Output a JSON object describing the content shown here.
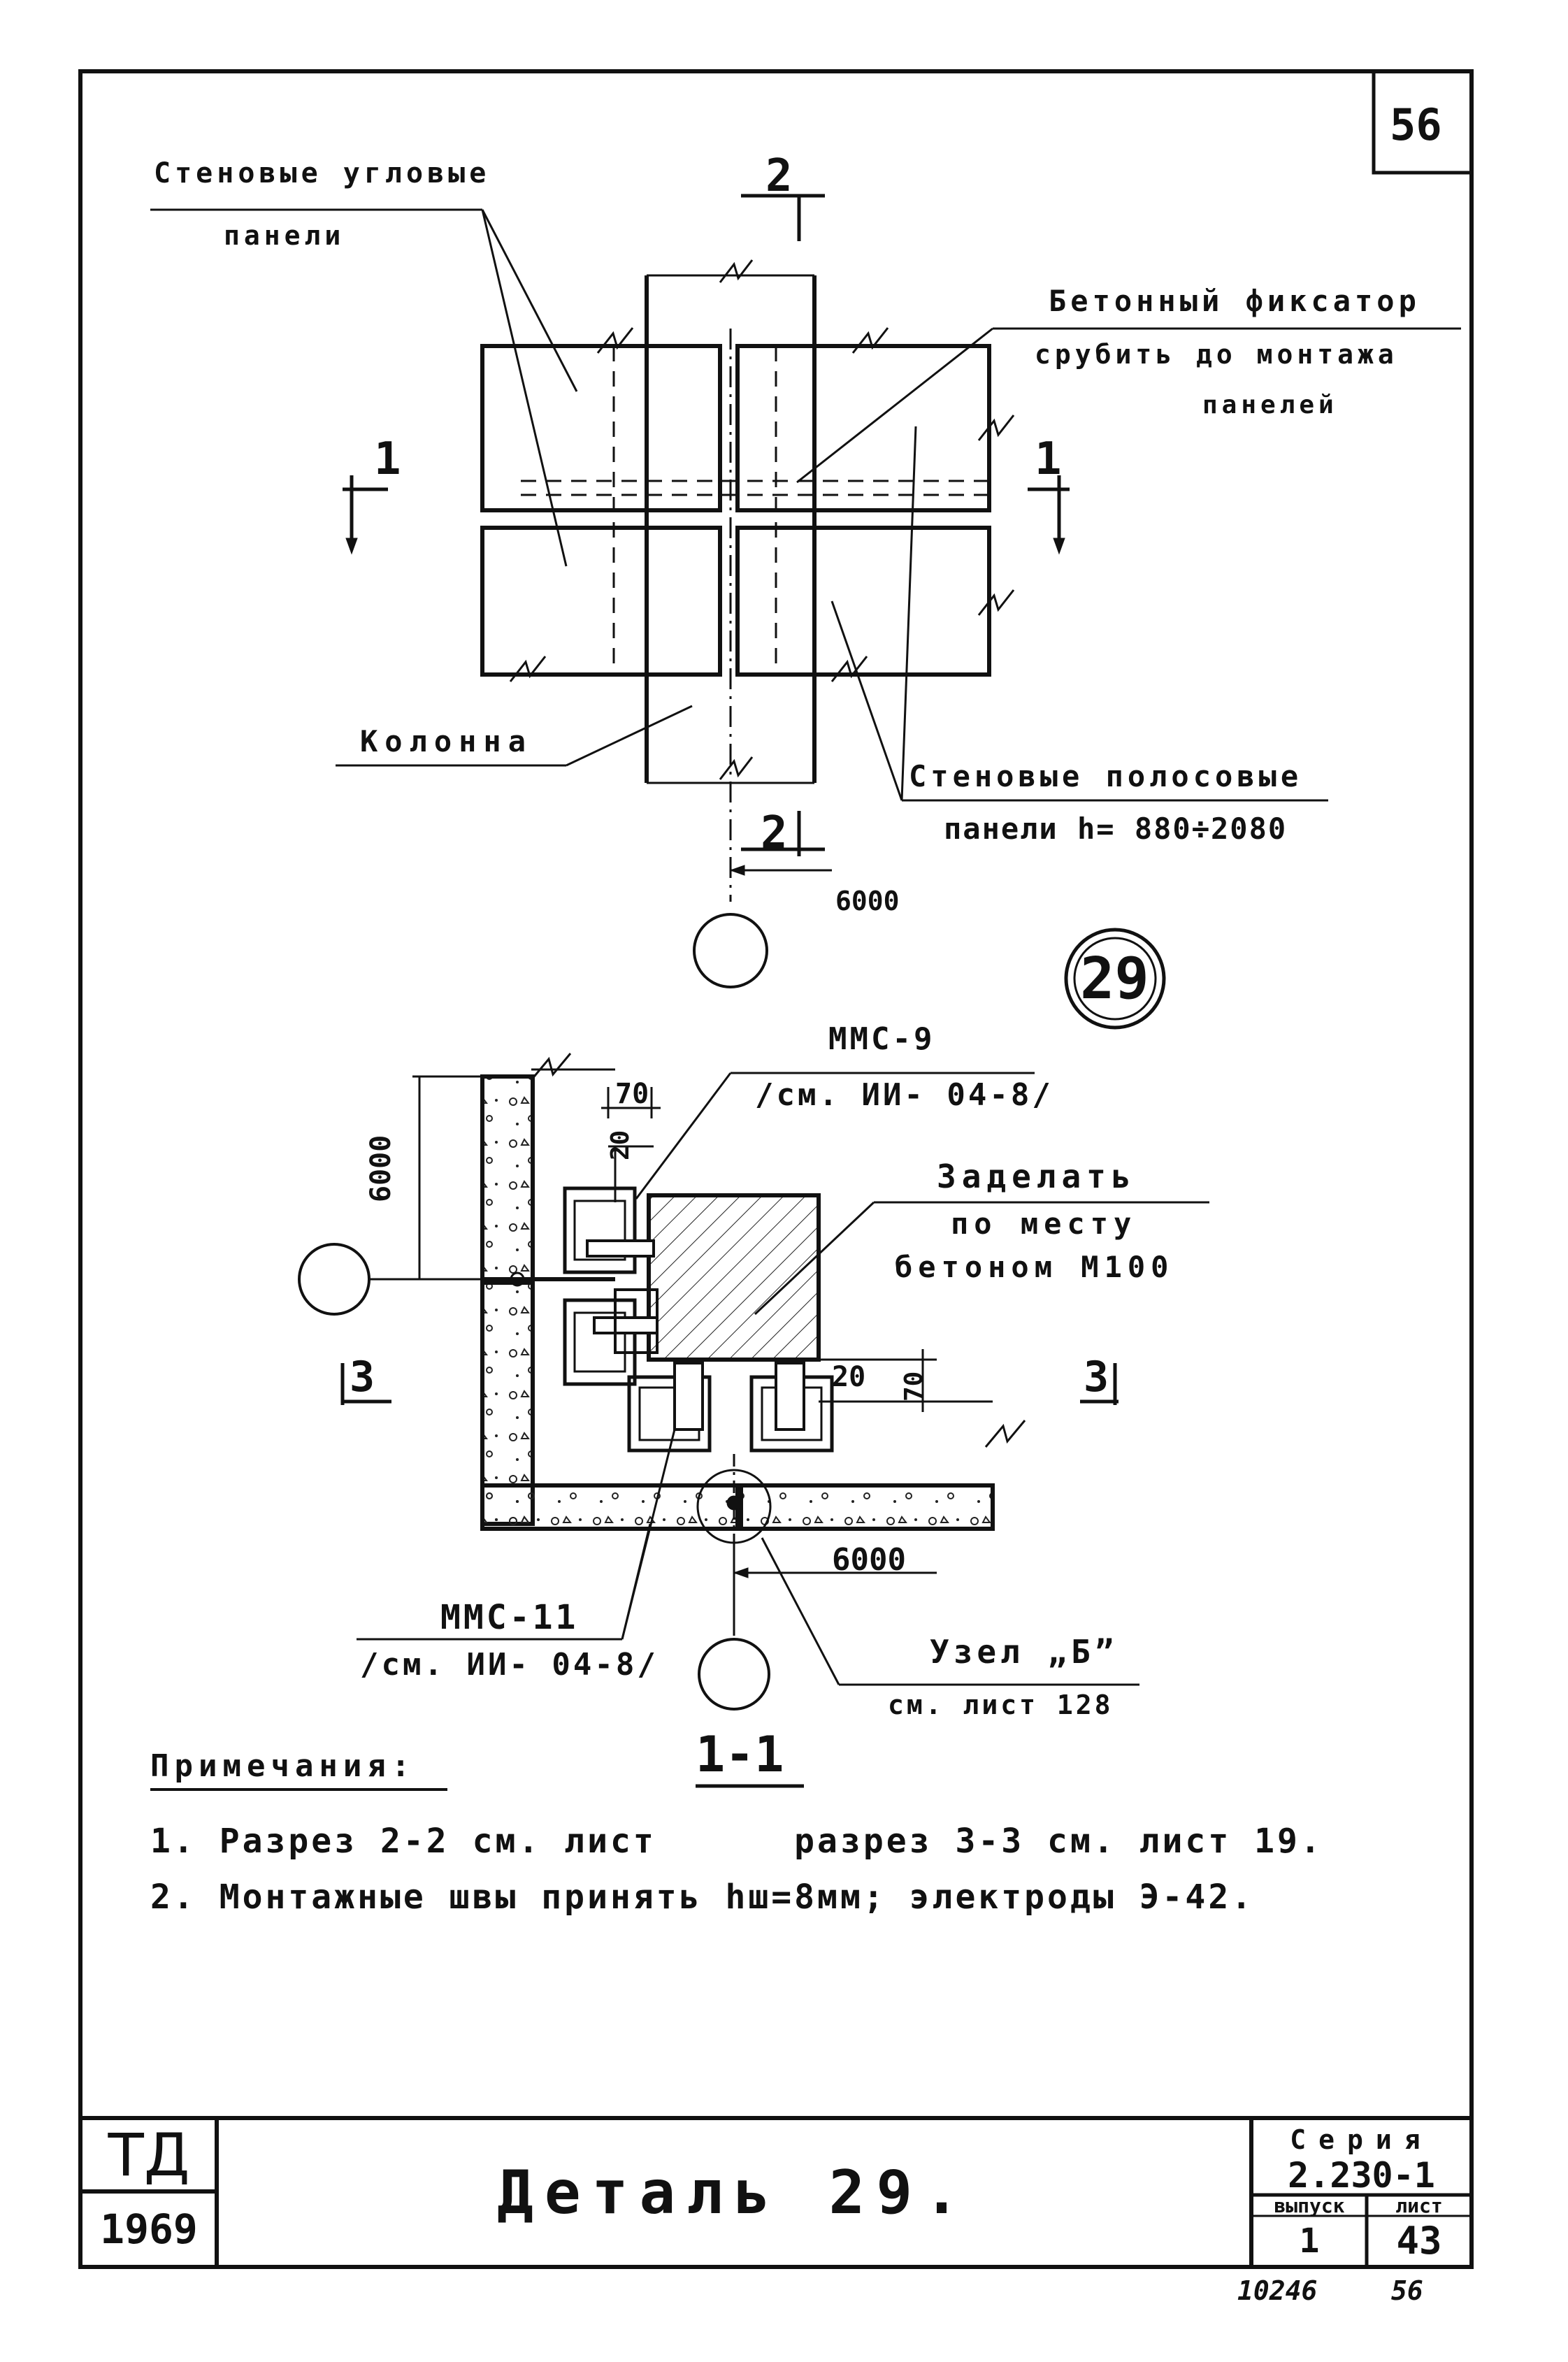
{
  "sheet_corner": "56",
  "top_view": {
    "label_corner_panels": [
      "Стеновые угловые",
      "панели"
    ],
    "label_fixator": [
      "Бетонный фиксатор",
      "срубить до монтажа",
      "панелей"
    ],
    "label_column": "Колонна",
    "label_strip_panels": [
      "Стеновые полосовые",
      "панели  h= 880÷2080"
    ],
    "section_1_left": "1",
    "section_1_right": "1",
    "section_2_top": "2",
    "section_2_bottom": "2",
    "dim_6000": "6000"
  },
  "detail_number": "29",
  "section_view": {
    "mmc9": [
      "ММС-9",
      "/см. ИИ- 04-8/"
    ],
    "dim_70_top": "70",
    "dim_20_vertical": "20",
    "dim_6000_vertical": "6000",
    "zadelat": [
      "Заделать",
      "по месту",
      "бетоном М100"
    ],
    "section_3_left": "3",
    "section_3_right": "3",
    "dim_20_right": "20",
    "dim_70_right": "70",
    "dim_6000_bottom": "6000",
    "mmc11": [
      "ММС-11",
      "/см. ИИ- 04-8/"
    ],
    "node_b": [
      "Узел „Б”",
      "см. лист 128"
    ],
    "section_title": "1-1"
  },
  "notes": {
    "heading": "Примечания:",
    "items": [
      "1. Разрез 2-2 см. лист      разрез 3-3 см. лист 19.",
      "2. Монтажные швы принять hш=8мм; электроды Э-42."
    ]
  },
  "title_block": {
    "org": "ТД",
    "year": "1969",
    "title": "Деталь 29.",
    "series_label": "Серия",
    "series_value": "2.230-1",
    "issue_label": "выпуск",
    "issue_value": "1",
    "sheet_label": "лист",
    "sheet_value": "43"
  },
  "footer": {
    "archive_number": "10246",
    "page": "56"
  }
}
